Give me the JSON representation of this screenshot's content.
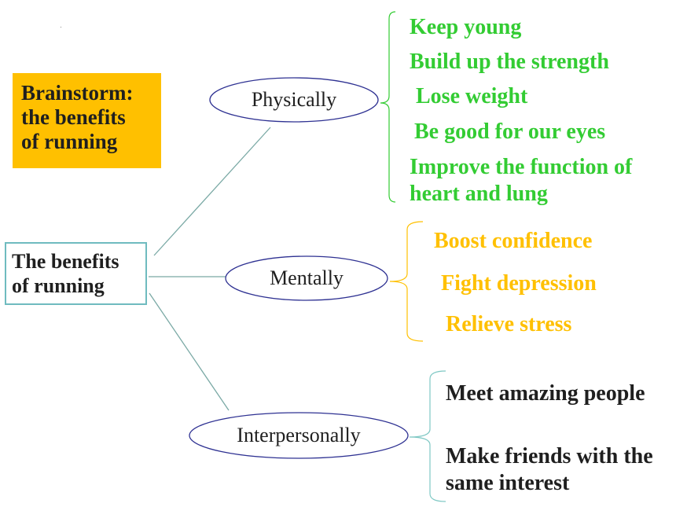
{
  "title_box": {
    "lines": [
      "Brainstorm:",
      "the benefits",
      "of running"
    ]
  },
  "root": {
    "lines": [
      "The benefits",
      "of running"
    ]
  },
  "branches": [
    {
      "label": "Physically",
      "items": [
        "Keep young",
        "Build up the strength",
        "Lose weight",
        "Be good for our eyes",
        "Improve the function of",
        "heart and lung"
      ]
    },
    {
      "label": "Mentally",
      "items": [
        "Boost confidence",
        "Fight depression",
        "Relieve stress"
      ]
    },
    {
      "label": "Interpersonally",
      "items": [
        "Meet amazing people",
        "Make friends with the",
        "same interest"
      ]
    }
  ],
  "colors": {
    "title_bg": "#ffc000",
    "root_border": "#6fbbbf",
    "connector": "#7aa9a5",
    "oval_stroke": "#2e3192",
    "physical_text": "#33cc33",
    "physical_brace": "#33cc33",
    "mental_text": "#ffc000",
    "mental_brace": "#ffc000",
    "interpersonal_text": "#1f1f1f",
    "interpersonal_brace": "#7fc8c4"
  }
}
